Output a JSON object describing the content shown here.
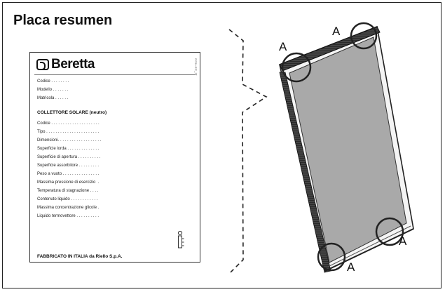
{
  "title": "Placa resumen",
  "plate": {
    "brand": "Beretta",
    "corner_code": "COLLEC_IT",
    "header_fields": [
      "Codice . . . . . . . .",
      "Modello . . . . . . .",
      "Matricola . . . . . ."
    ],
    "section_title": "COLLETTORE SOLARE (neutro)",
    "fields": [
      "Codice . . . . . . . . . . . . . . . . . . . . .",
      "Tipo . . . . . . . . . . . . . . . . . . . . . . .",
      "Dimensioni. . . . . . . . . . . . . . . . . . .",
      "Superficie lorda . . . . . . . . . . . . . .",
      "Superficie di apertura . . . . . . . . . .",
      "Superficie assorbitore . . . . . . . . .",
      "Peso a vuoto . . . . . . . . . . . . . . . .",
      "Massima pressione di esercizio  .",
      "Temperatura di stagnazione . . . .",
      "Contenuto liquido . . . . . . . . . . . .",
      "Massima concentrazione glicole .",
      "Liquido termovettore . . . . . . . . . ."
    ],
    "footer": "FABBRICATO IN ITALIA da Riello S.p.A."
  },
  "labels": [
    "A",
    "A",
    "A",
    "A"
  ],
  "colors": {
    "panel_fill": "#a9a9a9",
    "frame_line": "#222222"
  }
}
